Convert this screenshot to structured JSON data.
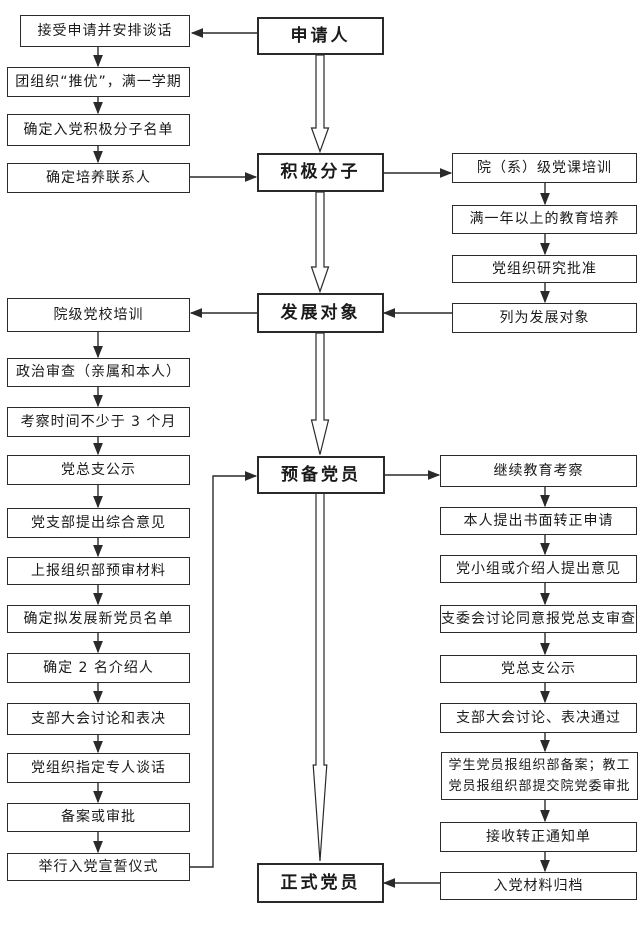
{
  "diagram": {
    "type": "flowchart",
    "language": "zh-CN",
    "colors": {
      "line": "#2a2a2a",
      "box_background": "#ffffff",
      "text": "#1a1a1a"
    },
    "main_nodes": [
      "申请人",
      "积极分子",
      "发展对象",
      "预备党员",
      "正式党员"
    ],
    "left_top_steps": [
      "接受申请并安排谈话",
      "团组织“推优”，满一学期",
      "确定入党积极分子名单",
      "确定培养联系人"
    ],
    "right_top_steps": [
      "院（系）级党课培训",
      "满一年以上的教育培养",
      "党组织研究批准",
      "列为发展对象"
    ],
    "left_middle_steps": [
      "院级党校培训",
      "政治审查（亲属和本人）",
      "考察时间不少于 3 个月",
      "党总支公示",
      "党支部提出综合意见",
      "上报组织部预审材料",
      "确定拟发展新党员名单",
      "确定 2 名介绍人",
      "支部大会讨论和表决",
      "党组织指定专人谈话",
      "备案或审批",
      "举行入党宣誓仪式"
    ],
    "right_bottom_steps": [
      "继续教育考察",
      "本人提出书面转正申请",
      "党小组或介绍人提出意见",
      "支委会讨论同意报党总支审查",
      "党总支公示",
      "支部大会讨论、表决通过",
      "学生党员报组织部备案；教工党员报组织部提交院党委审批",
      "接收转正通知单",
      "入党材料归档"
    ]
  }
}
